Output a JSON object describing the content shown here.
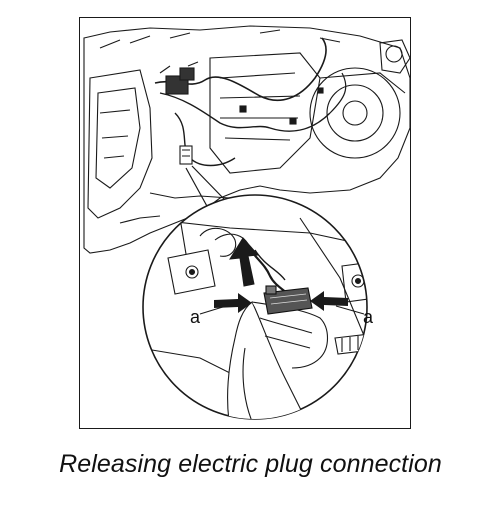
{
  "figure": {
    "caption": "Releasing electric plug connection",
    "callouts": {
      "left": "a",
      "right": "a"
    },
    "colors": {
      "ink": "#1a1a1a",
      "background": "#ffffff",
      "plug": "#555555"
    }
  }
}
